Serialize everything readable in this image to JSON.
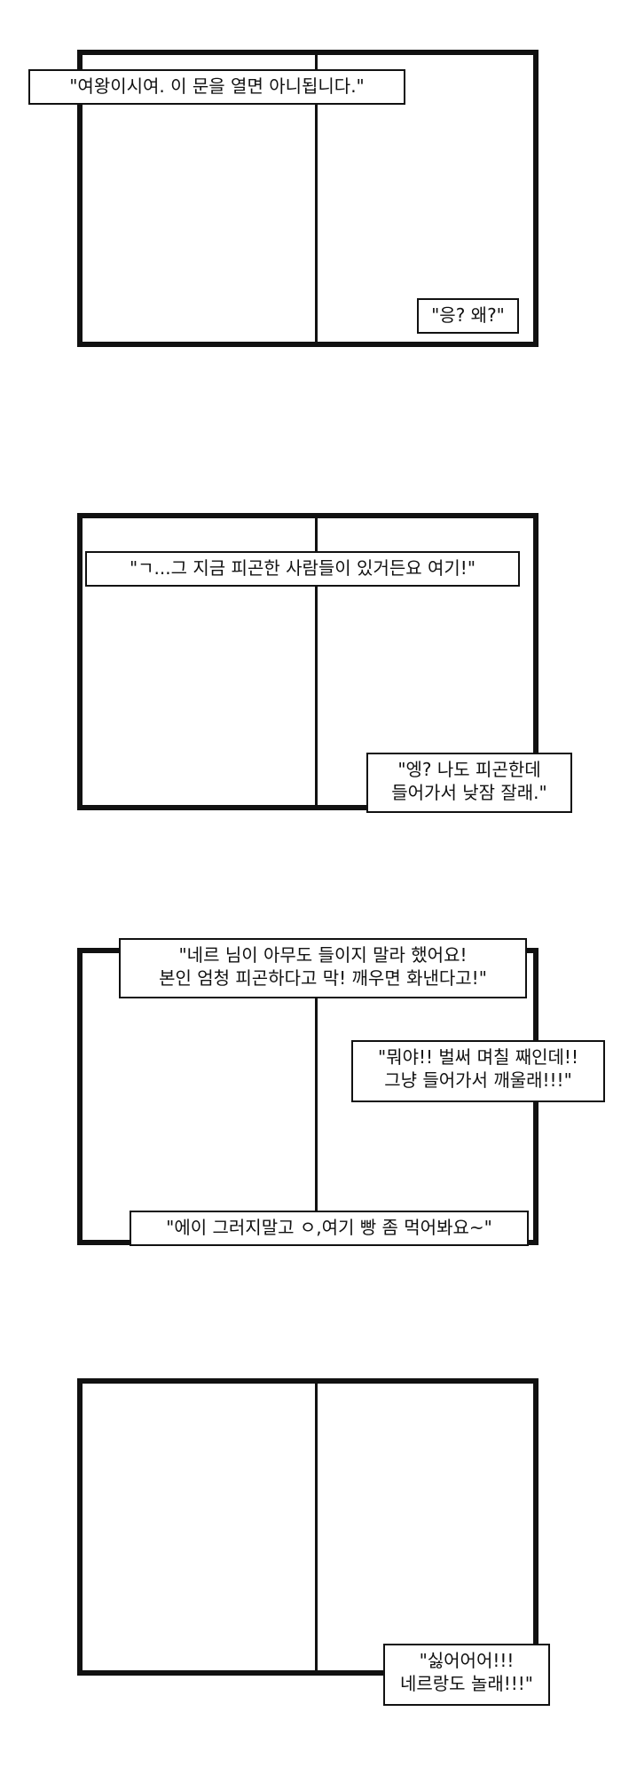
{
  "panels": [
    {
      "bubbles": [
        "\"여왕이시여. 이 문을 열면 아니됩니다.\"",
        "\"응? 왜?\""
      ]
    },
    {
      "bubbles": [
        "\"ㄱ...그 지금 피곤한 사람들이 있거든요 여기!\"",
        "\"엥? 나도 피곤한데\n들어가서 낮잠 잘래.\""
      ]
    },
    {
      "bubbles": [
        "\"네르 님이 아무도 들이지 말라 했어요!\n본인 엄청 피곤하다고 막! 깨우면 화낸다고!\"",
        "\"뭐야!! 벌써 며칠 째인데!!\n그냥 들어가서 깨울래!!!\"",
        "\"에이 그러지말고 ㅇ,여기 빵 좀 먹어봐요~\""
      ]
    },
    {
      "bubbles": [
        "\"싫어어어!!!\n네르랑도 놀래!!!\""
      ]
    }
  ]
}
